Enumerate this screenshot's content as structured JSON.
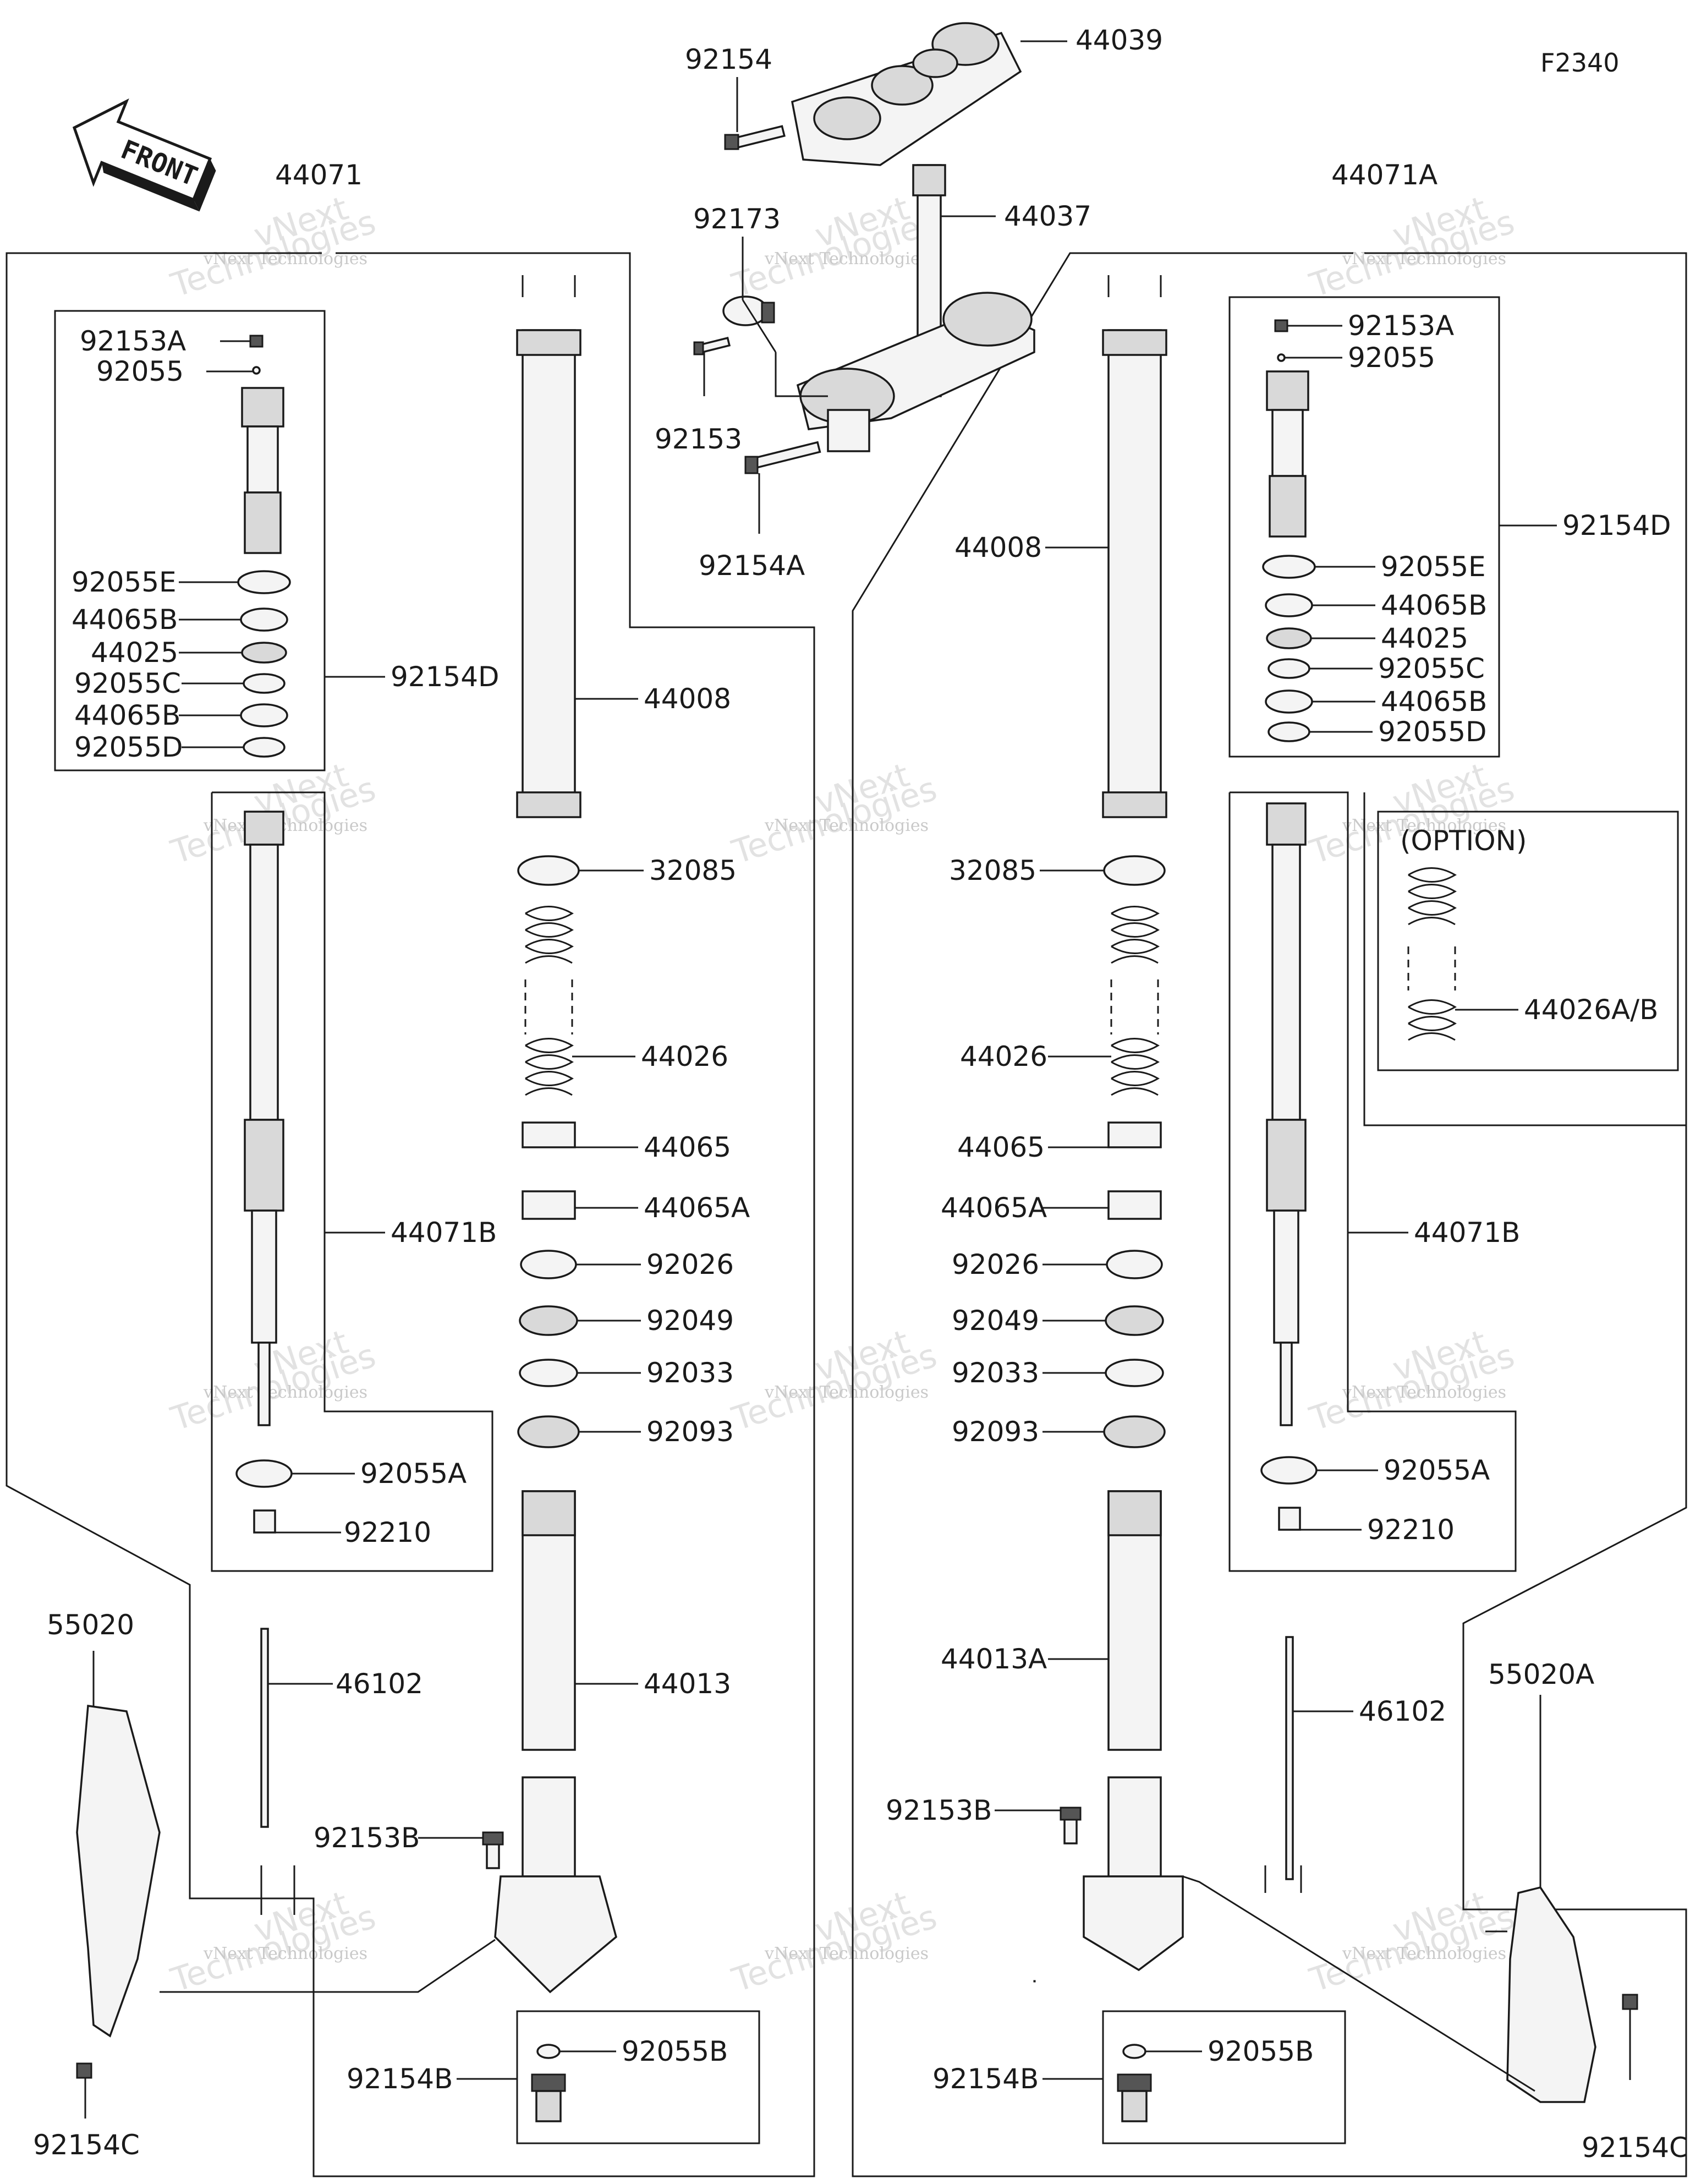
{
  "diagram_code": "F2340",
  "front_label": "FRONT",
  "watermark": {
    "line1": "vNext Technologies",
    "line2": "Technologies",
    "line3": "vNext"
  },
  "top": [
    {
      "key": "t1",
      "text": "92154"
    },
    {
      "key": "t2",
      "text": "44039"
    },
    {
      "key": "t3",
      "text": "92173"
    },
    {
      "key": "t4",
      "text": "44037"
    },
    {
      "key": "t5",
      "text": "92153"
    },
    {
      "key": "t6",
      "text": "92154A"
    }
  ],
  "left": [
    {
      "key": "l0",
      "text": "44071"
    },
    {
      "key": "l1",
      "text": "92153A"
    },
    {
      "key": "l2",
      "text": "92055"
    },
    {
      "key": "l3",
      "text": "92055E"
    },
    {
      "key": "l4",
      "text": "44065B"
    },
    {
      "key": "l5",
      "text": "44025"
    },
    {
      "key": "l6",
      "text": "92055C"
    },
    {
      "key": "l7",
      "text": "44065B"
    },
    {
      "key": "l8",
      "text": "92055D"
    },
    {
      "key": "l9",
      "text": "92154D"
    },
    {
      "key": "l10",
      "text": "44071B"
    },
    {
      "key": "l11",
      "text": "92055A"
    },
    {
      "key": "l12",
      "text": "92210"
    },
    {
      "key": "l13",
      "text": "46102"
    },
    {
      "key": "l14",
      "text": "55020"
    },
    {
      "key": "l15",
      "text": "92153B"
    },
    {
      "key": "l16",
      "text": "92055B"
    },
    {
      "key": "l17",
      "text": "92154B"
    },
    {
      "key": "l18",
      "text": "92154C"
    },
    {
      "key": "l19",
      "text": "44008"
    },
    {
      "key": "l20",
      "text": "32085"
    },
    {
      "key": "l21",
      "text": "44026"
    },
    {
      "key": "l22",
      "text": "44065"
    },
    {
      "key": "l23",
      "text": "44065A"
    },
    {
      "key": "l24",
      "text": "92026"
    },
    {
      "key": "l25",
      "text": "92049"
    },
    {
      "key": "l26",
      "text": "92033"
    },
    {
      "key": "l27",
      "text": "92093"
    },
    {
      "key": "l28",
      "text": "44013"
    }
  ],
  "right": [
    {
      "key": "r0",
      "text": "44071A"
    },
    {
      "key": "r1",
      "text": "92153A"
    },
    {
      "key": "r2",
      "text": "92055"
    },
    {
      "key": "r3",
      "text": "92154D"
    },
    {
      "key": "r4",
      "text": "92055E"
    },
    {
      "key": "r5",
      "text": "44065B"
    },
    {
      "key": "r6",
      "text": "44025"
    },
    {
      "key": "r7",
      "text": "92055C"
    },
    {
      "key": "r8",
      "text": "44065B"
    },
    {
      "key": "r9",
      "text": "92055D"
    },
    {
      "key": "r10",
      "text": "44008"
    },
    {
      "key": "r11",
      "text": "32085"
    },
    {
      "key": "r12",
      "text": "44026"
    },
    {
      "key": "r13",
      "text": "44065"
    },
    {
      "key": "r14",
      "text": "44065A"
    },
    {
      "key": "r15",
      "text": "92026"
    },
    {
      "key": "r16",
      "text": "92049"
    },
    {
      "key": "r17",
      "text": "92033"
    },
    {
      "key": "r18",
      "text": "92093"
    },
    {
      "key": "r19",
      "text": "44013A"
    },
    {
      "key": "r20",
      "text": "92153B"
    },
    {
      "key": "r21",
      "text": "92154B"
    },
    {
      "key": "r22",
      "text": "92055B"
    },
    {
      "key": "r23",
      "text": "(OPTION)"
    },
    {
      "key": "r24",
      "text": "44026A/B"
    },
    {
      "key": "r25",
      "text": "44071B"
    },
    {
      "key": "r26",
      "text": "92055A"
    },
    {
      "key": "r27",
      "text": "92210"
    },
    {
      "key": "r28",
      "text": "46102"
    },
    {
      "key": "r29",
      "text": "55020A"
    },
    {
      "key": "r30",
      "text": "92154C"
    }
  ]
}
